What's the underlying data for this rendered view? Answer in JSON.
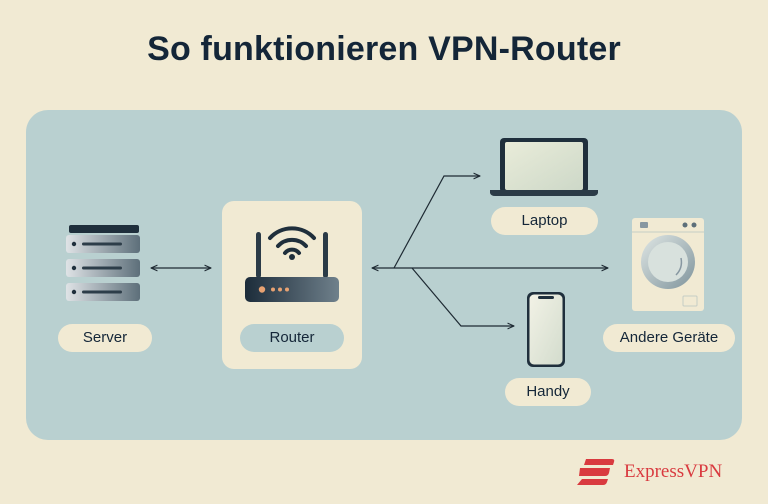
{
  "title": "So funktionieren VPN-Router",
  "nodes": {
    "server": {
      "label": "Server",
      "icon": "server-icon"
    },
    "router": {
      "label": "Router",
      "icon": "router-icon"
    },
    "laptop": {
      "label": "Laptop",
      "icon": "laptop-icon"
    },
    "handy": {
      "label": "Handy",
      "icon": "smartphone-icon"
    },
    "other": {
      "label": "Andere Geräte",
      "icon": "washing-machine-icon"
    }
  },
  "brand": {
    "name": "ExpressVPN",
    "icon": "expressvpn-logo-icon",
    "color": "#d93a3f"
  },
  "colors": {
    "background": "#f1ead3",
    "panel": "#b9d0d0",
    "text": "#142638"
  }
}
